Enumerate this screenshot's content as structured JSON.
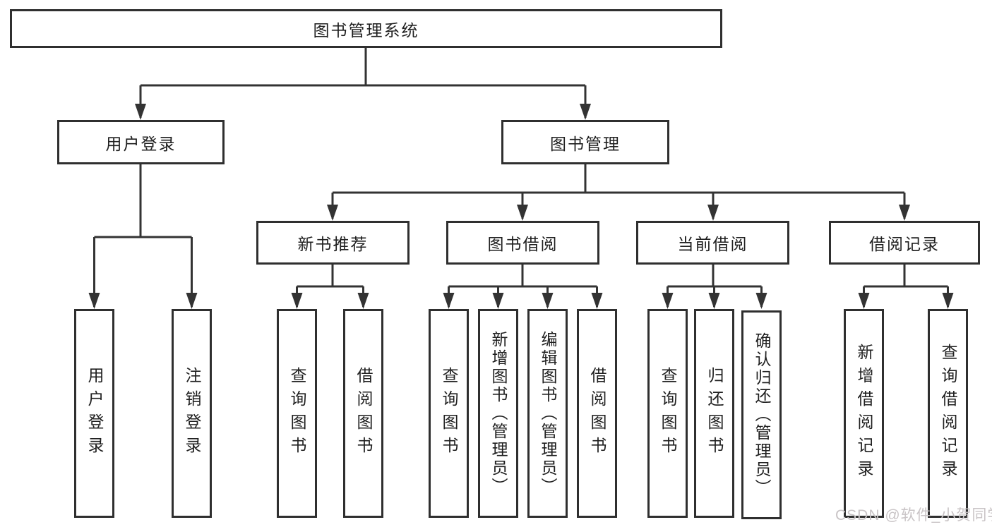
{
  "tree": {
    "root": {
      "label": "图书管理系统",
      "children": [
        {
          "label": "用户登录",
          "children": [
            {
              "label": "用户登录"
            },
            {
              "label": "注销登录"
            }
          ]
        },
        {
          "label": "图书管理",
          "children": [
            {
              "label": "新书推荐",
              "children": [
                {
                  "label": "查询图书"
                },
                {
                  "label": "借阅图书"
                }
              ]
            },
            {
              "label": "图书借阅",
              "children": [
                {
                  "label": "查询图书"
                },
                {
                  "label": "新增图书（管理员）"
                },
                {
                  "label": "编辑图书（管理员）"
                },
                {
                  "label": "借阅图书"
                }
              ]
            },
            {
              "label": "当前借阅",
              "children": [
                {
                  "label": "查询图书"
                },
                {
                  "label": "归还图书"
                },
                {
                  "label": "确认归还（管理员）"
                }
              ]
            },
            {
              "label": "借阅记录",
              "children": [
                {
                  "label": "新增借阅记录"
                },
                {
                  "label": "查询借阅记录"
                }
              ]
            }
          ]
        }
      ]
    }
  },
  "watermark": {
    "text": "CSDN @软件_小贺同学"
  },
  "colors": {
    "line": "#333333",
    "border": "#2f2f2f",
    "text": "#1f1f1f",
    "background": "#ffffff",
    "watermark": "#c9c4c6"
  }
}
